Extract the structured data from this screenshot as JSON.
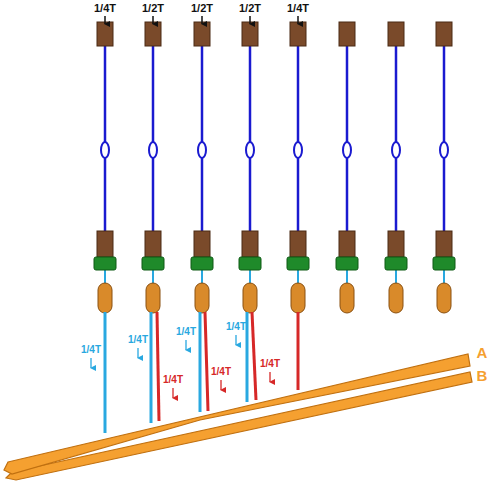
{
  "diagram": {
    "labels": [
      "1/4T",
      "1/2T",
      "1/2T",
      "1/2T",
      "1/4T",
      "1/4T",
      "1/4T",
      "1/4T",
      "1/4T",
      "1/4T",
      "1/4T",
      "1/4T",
      "A",
      "B"
    ]
  }
}
